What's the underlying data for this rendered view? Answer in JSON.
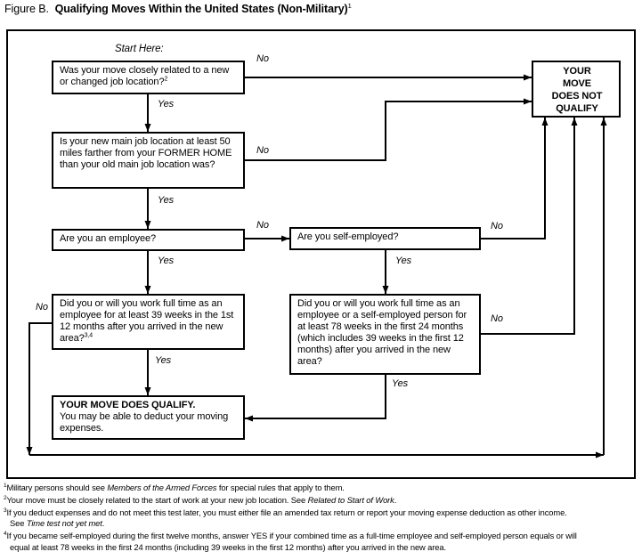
{
  "title": {
    "prefix": "Figure B.",
    "text": "Qualifying Moves Within the United States (Non-Military)",
    "sup": "1"
  },
  "labels": {
    "start": "Start Here:",
    "yes": "Yes",
    "no": "No"
  },
  "nodes": {
    "q1": {
      "text": "Was your move closely related to a new or changed job location?",
      "sup": "2"
    },
    "q2": {
      "text": "Is your new main job location at least 50 miles farther from your FORMER HOME than your old main job location was?"
    },
    "q3a": {
      "text": "Are you an employee?"
    },
    "q3b": {
      "text": "Are you self-employed?"
    },
    "q4a": {
      "text": "Did you or will you work full time as an employee for at least 39 weeks in the 1st 12 months after you arrived in the new area?",
      "sup": "3,4"
    },
    "q4b": {
      "text": "Did you or will you work full time as an employee or a self-employed person for at least 78 weeks in the first 24 months (which includes 39 weeks in the first 12 months) after you arrived in the new area?"
    },
    "qualify": {
      "heading": "YOUR MOVE DOES QUALIFY.",
      "body": "You may be able to deduct your moving expenses."
    },
    "not_qualify": {
      "text": "YOUR\nMOVE\nDOES NOT\nQUALIFY"
    }
  },
  "footnotes": [
    {
      "sup": "1",
      "pre": "Military persons should see ",
      "italic": "Members of the Armed Forces",
      "post": " for special rules that apply to them."
    },
    {
      "sup": "2",
      "pre": "Your move must be closely related to the start of work at your new job location. See ",
      "italic": "Related to Start of Work",
      "post": "."
    },
    {
      "sup": "3",
      "pre": "If you deduct expenses and do not meet this test later, you must either file an amended tax return or report your moving expense deduction as other income.\nSee ",
      "italic": "Time test not yet met",
      "post": "."
    },
    {
      "sup": "4",
      "pre": "If you became self-employed during the first twelve months, answer YES if your combined time as a full-time employee and self-employed person equals or will\nequal at least 78 weeks in the first 24 months (including 39 weeks in the first 12 months) after you arrived in the new area.",
      "italic": "",
      "post": ""
    }
  ],
  "colors": {
    "ink": "#000000",
    "background": "#ffffff"
  }
}
